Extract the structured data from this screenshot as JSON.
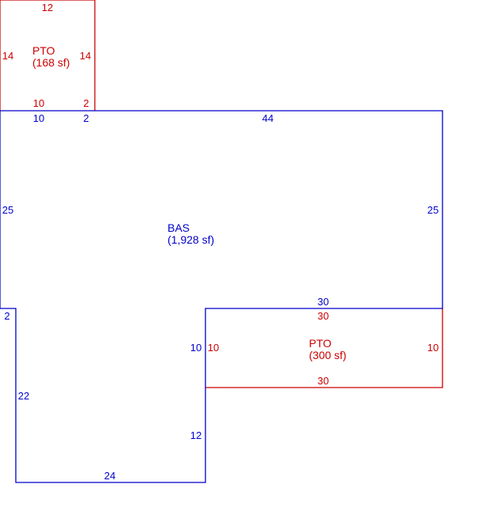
{
  "colors": {
    "living": "#0000cc",
    "patio": "#cc0000",
    "background": "#ffffff"
  },
  "bas": {
    "code": "BAS",
    "area": "(1,928 sf)"
  },
  "pto_top": {
    "code": "PTO",
    "area": "(168 sf)"
  },
  "pto_right": {
    "code": "PTO",
    "area": "(300 sf)"
  },
  "dims": {
    "pto_top_top": "12",
    "pto_top_left": "14",
    "pto_top_right": "14",
    "pto_top_bottom": "10",
    "pto_top_bottom_step": "2",
    "bas_top_left": "10",
    "bas_top_step": "2",
    "bas_top": "44",
    "bas_left": "25",
    "bas_right": "25",
    "bas_inner_top": "30",
    "bas_step_left": "2",
    "bas_inner_left": "10",
    "bas_left_lower": "22",
    "bas_inner_lower": "12",
    "bas_bottom": "24",
    "pto_right_top": "30",
    "pto_right_left": "10",
    "pto_right_right": "10",
    "pto_right_bottom": "30"
  }
}
